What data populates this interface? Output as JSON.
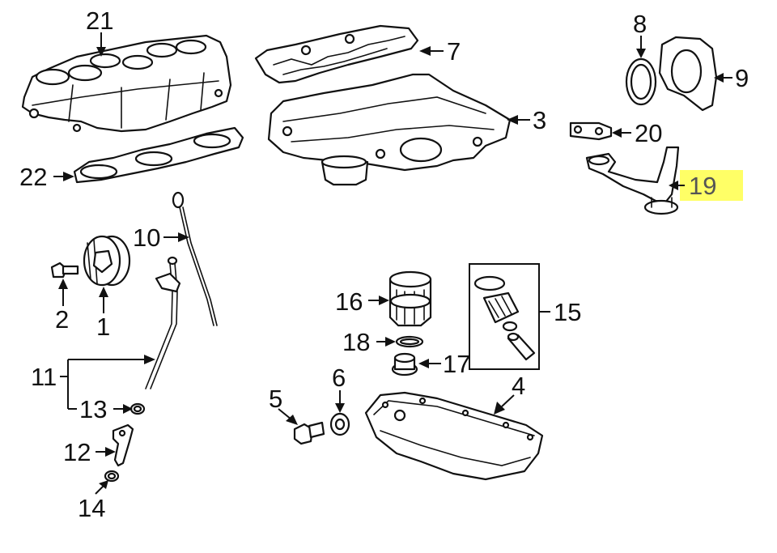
{
  "highlight_color": "#ffff66",
  "callouts": {
    "c1": "1",
    "c2": "2",
    "c3": "3",
    "c4": "4",
    "c5": "5",
    "c6": "6",
    "c7": "7",
    "c8": "8",
    "c9": "9",
    "c10": "10",
    "c11": "11",
    "c12": "12",
    "c13": "13",
    "c14": "14",
    "c15": "15",
    "c16": "16",
    "c17": "17",
    "c18": "18",
    "c19": "19",
    "c20": "20",
    "c21": "21",
    "c22": "22"
  }
}
